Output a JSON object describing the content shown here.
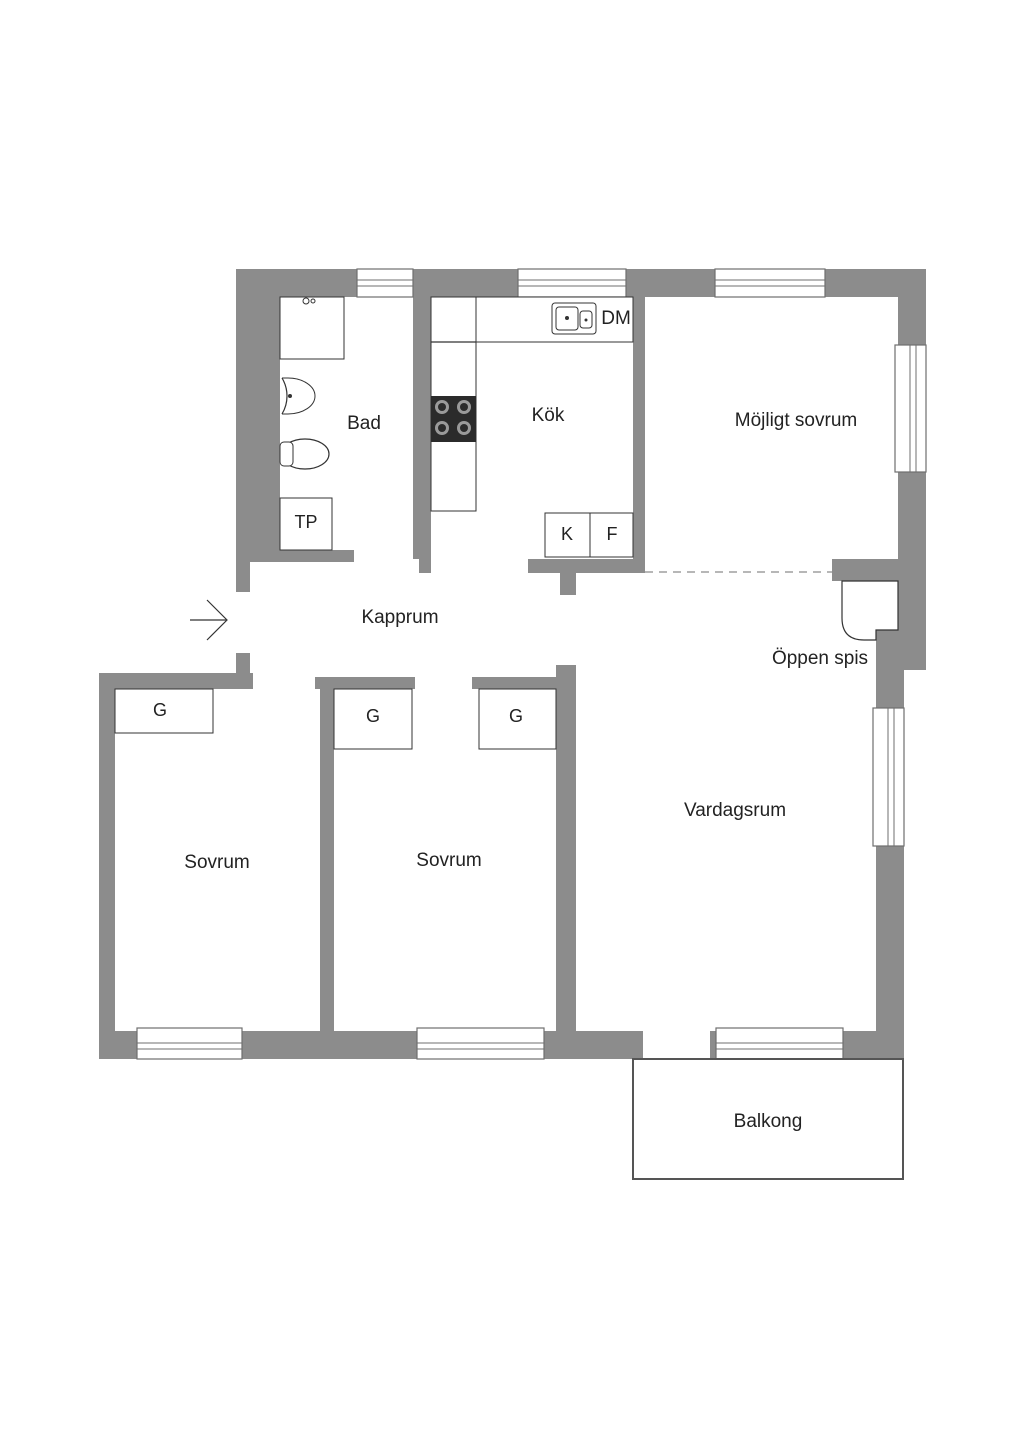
{
  "rooms": {
    "bad": "Bad",
    "kok": "Kök",
    "mojligt_sovrum": "Möjligt sovrum",
    "kapprum": "Kapprum",
    "oppen_spis": "Öppen spis",
    "sovrum_1": "Sovrum",
    "sovrum_2": "Sovrum",
    "vardagsrum": "Vardagsrum",
    "balkong": "Balkong"
  },
  "fixtures": {
    "dishwasher": "DM",
    "tp": "TP",
    "fridge_k": "K",
    "freezer_f": "F",
    "closet_1": "G",
    "closet_2": "G",
    "closet_3": "G"
  },
  "icons": {
    "entrance": "entrance-arrow-icon",
    "sink": "kitchen-sink-icon",
    "stove": "stove-icon",
    "basin": "wash-basin-icon",
    "toilet": "toilet-icon",
    "shower": "shower-icon",
    "fireplace": "fireplace-icon"
  },
  "colors": {
    "wall": "#8c8c8c",
    "stove": "#2b2b2b",
    "background": "#ffffff"
  }
}
